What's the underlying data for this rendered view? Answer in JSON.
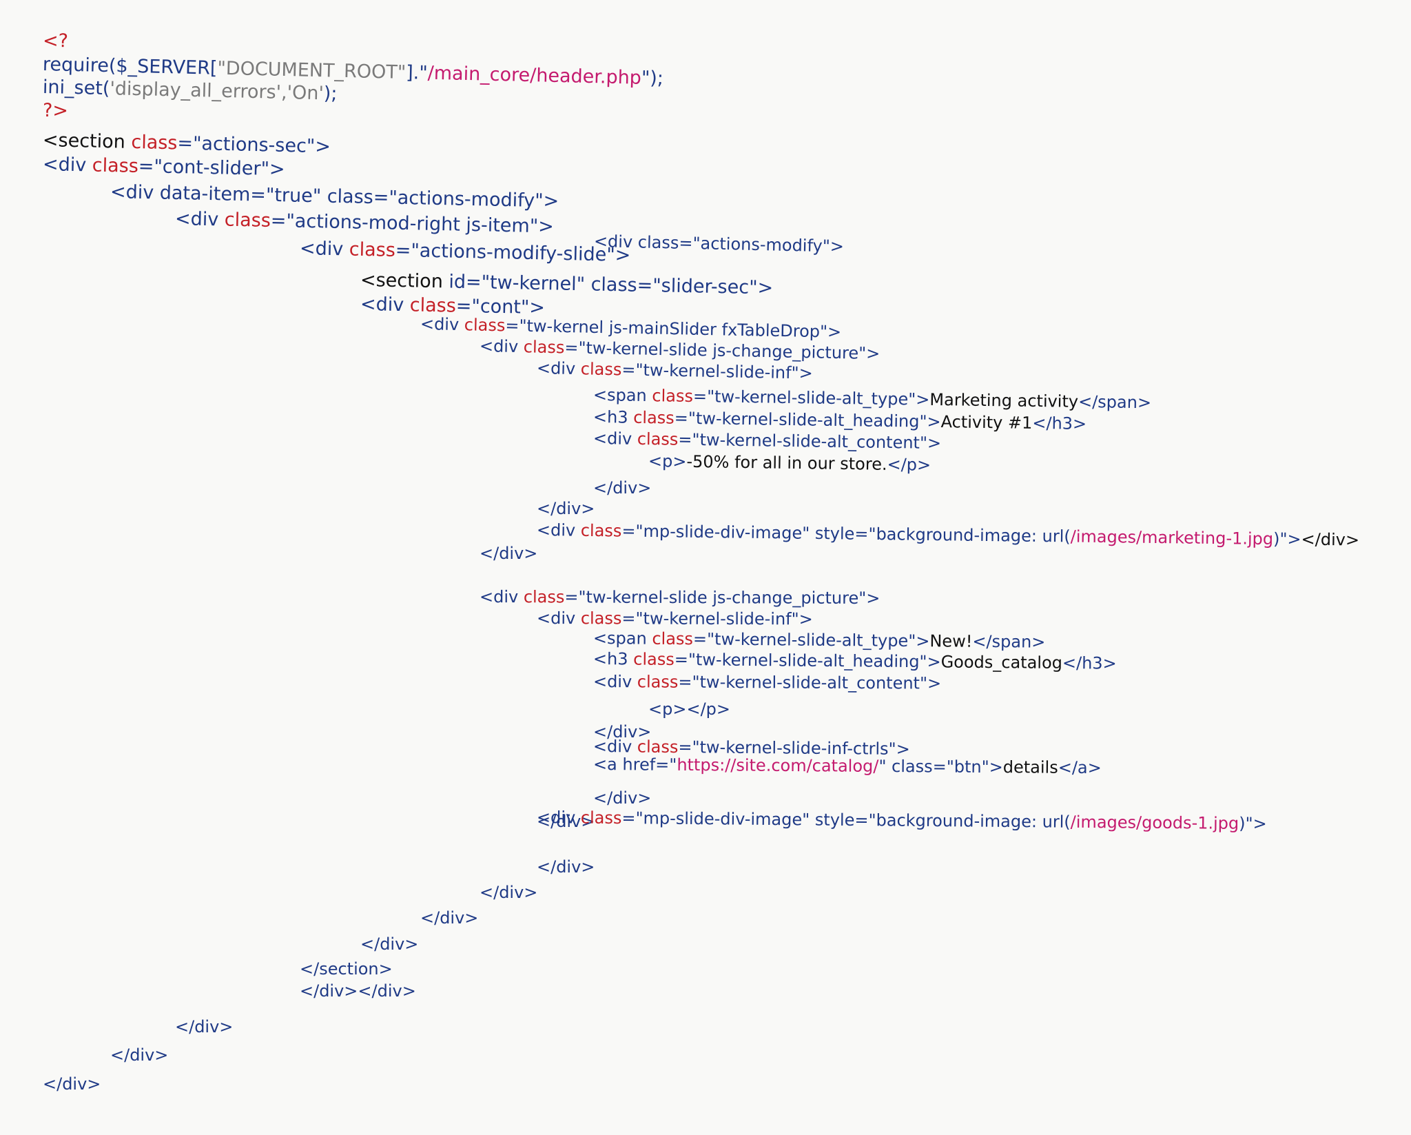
{
  "colors": {
    "background": "#f9f9f7",
    "tag_text": "#111111",
    "markup_blue": "#1f3a86",
    "keyword_red": "#c42027",
    "string_gray": "#7a7a7a",
    "path_magenta": "#c41a6e"
  },
  "code_lines": [
    {
      "seg": [
        {
          "t": "<?",
          "c": 2
        }
      ]
    },
    {
      "seg": [
        {
          "t": "require($_SERVER[",
          "c": 1
        },
        {
          "t": "\"DOCUMENT_ROOT\"",
          "c": 3
        },
        {
          "t": "].\"",
          "c": 1
        },
        {
          "t": "/main_core/header.php",
          "c": 4
        },
        {
          "t": "\");",
          "c": 1
        }
      ]
    },
    {
      "seg": [
        {
          "t": "ini_set(",
          "c": 1
        },
        {
          "t": "'display_all_errors','On'",
          "c": 3
        },
        {
          "t": ");",
          "c": 1
        }
      ]
    },
    {
      "seg": [
        {
          "t": "?>",
          "c": 2
        }
      ]
    },
    {
      "seg": [
        {
          "t": "<section ",
          "c": 0
        },
        {
          "t": "class",
          "c": 2
        },
        {
          "t": "=\"actions-sec\">",
          "c": 1
        }
      ]
    },
    {
      "seg": [
        {
          "t": "<div ",
          "c": 1
        },
        {
          "t": "class",
          "c": 2
        },
        {
          "t": "=\"cont-slider\">",
          "c": 1
        }
      ]
    },
    {
      "seg": [
        {
          "t": "<div ",
          "c": 1
        },
        {
          "t": "data-item=\"true\" class=\"actions-modify\">",
          "c": 1
        }
      ]
    },
    {
      "seg": [
        {
          "t": "<div ",
          "c": 1
        },
        {
          "t": "class",
          "c": 2
        },
        {
          "t": "=\"actions-mod-right js-item\">",
          "c": 1
        }
      ]
    },
    {
      "seg": [
        {
          "t": "<div class=\"actions-modify\">",
          "c": 1
        }
      ]
    },
    {
      "seg": [
        {
          "t": "<div ",
          "c": 1
        },
        {
          "t": "class",
          "c": 2
        },
        {
          "t": "=\"actions-modify-slide\">",
          "c": 1
        }
      ]
    },
    {
      "seg": [
        {
          "t": "<section ",
          "c": 0
        },
        {
          "t": "id=\"tw-kernel\" class=\"slider-sec\">",
          "c": 1
        }
      ]
    },
    {
      "seg": [
        {
          "t": "<div ",
          "c": 1
        },
        {
          "t": "class",
          "c": 2
        },
        {
          "t": "=\"cont\">",
          "c": 1
        }
      ]
    },
    {
      "seg": [
        {
          "t": "<div ",
          "c": 1
        },
        {
          "t": "class",
          "c": 2
        },
        {
          "t": "=\"tw-kernel js-mainSlider fxTableDrop\">",
          "c": 1
        }
      ]
    },
    {
      "seg": [
        {
          "t": "<div ",
          "c": 1
        },
        {
          "t": "class",
          "c": 2
        },
        {
          "t": "=\"tw-kernel-slide js-change_picture\">",
          "c": 1
        }
      ]
    },
    {
      "seg": [
        {
          "t": "<div ",
          "c": 1
        },
        {
          "t": "class",
          "c": 2
        },
        {
          "t": "=\"tw-kernel-slide-inf\">",
          "c": 1
        }
      ]
    },
    {
      "seg": [
        {
          "t": "<span ",
          "c": 1
        },
        {
          "t": "class",
          "c": 2
        },
        {
          "t": "=\"tw-kernel-slide-alt_type\">",
          "c": 1
        },
        {
          "t": "Marketing activity",
          "c": 0
        },
        {
          "t": "</span>",
          "c": 1
        }
      ]
    },
    {
      "seg": [
        {
          "t": "<h3 ",
          "c": 1
        },
        {
          "t": "class",
          "c": 2
        },
        {
          "t": "=\"tw-kernel-slide-alt_heading\">",
          "c": 1
        },
        {
          "t": "Activity #1",
          "c": 0
        },
        {
          "t": "</h3>",
          "c": 1
        }
      ]
    },
    {
      "seg": [
        {
          "t": "<div ",
          "c": 1
        },
        {
          "t": "class",
          "c": 2
        },
        {
          "t": "=\"tw-kernel-slide-alt_content\">",
          "c": 1
        }
      ]
    },
    {
      "seg": [
        {
          "t": "<p>",
          "c": 1
        },
        {
          "t": "-50% for all in our store.",
          "c": 0
        },
        {
          "t": "</p>",
          "c": 1
        }
      ]
    },
    {
      "seg": [
        {
          "t": "</div>",
          "c": 1
        }
      ]
    },
    {
      "seg": [
        {
          "t": "</div>",
          "c": 1
        }
      ]
    },
    {
      "seg": [
        {
          "t": "<div ",
          "c": 1
        },
        {
          "t": "class",
          "c": 2
        },
        {
          "t": "=\"mp-slide-div-image\" style=\"background-image: url(",
          "c": 1
        },
        {
          "t": "/images/marketing-1.jpg",
          "c": 4
        },
        {
          "t": ")\">",
          "c": 1
        },
        {
          "t": "</div>",
          "c": 0
        }
      ]
    },
    {
      "seg": [
        {
          "t": "</div>",
          "c": 1
        }
      ]
    },
    {
      "seg": [
        {
          "t": "<div ",
          "c": 1
        },
        {
          "t": "class",
          "c": 2
        },
        {
          "t": "=\"tw-kernel-slide js-change_picture\">",
          "c": 1
        }
      ]
    },
    {
      "seg": [
        {
          "t": "<div ",
          "c": 1
        },
        {
          "t": "class",
          "c": 2
        },
        {
          "t": "=\"tw-kernel-slide-inf\">",
          "c": 1
        }
      ]
    },
    {
      "seg": [
        {
          "t": "<span ",
          "c": 1
        },
        {
          "t": "class",
          "c": 2
        },
        {
          "t": "=\"tw-kernel-slide-alt_type\">",
          "c": 1
        },
        {
          "t": "New!",
          "c": 0
        },
        {
          "t": "</span>",
          "c": 1
        }
      ]
    },
    {
      "seg": [
        {
          "t": "<h3 ",
          "c": 1
        },
        {
          "t": "class",
          "c": 2
        },
        {
          "t": "=\"tw-kernel-slide-alt_heading\">",
          "c": 1
        },
        {
          "t": "Goods_catalog",
          "c": 0
        },
        {
          "t": "</h3>",
          "c": 1
        }
      ]
    },
    {
      "seg": [
        {
          "t": "<div ",
          "c": 1
        },
        {
          "t": "class",
          "c": 2
        },
        {
          "t": "=\"tw-kernel-slide-alt_content\">",
          "c": 1
        }
      ]
    },
    {
      "seg": [
        {
          "t": "<p></p>",
          "c": 1
        }
      ]
    },
    {
      "seg": [
        {
          "t": "</div>",
          "c": 1
        }
      ]
    },
    {
      "seg": [
        {
          "t": "<div ",
          "c": 1
        },
        {
          "t": "class",
          "c": 2
        },
        {
          "t": "=\"tw-kernel-slide-inf-ctrls\">",
          "c": 1
        }
      ]
    },
    {
      "seg": [
        {
          "t": "<a ",
          "c": 1
        },
        {
          "t": "href=\"",
          "c": 1
        },
        {
          "t": "https://site.com/catalog/",
          "c": 4
        },
        {
          "t": "\" class=\"btn\">",
          "c": 1
        },
        {
          "t": "details",
          "c": 0
        },
        {
          "t": "</a>",
          "c": 1
        }
      ]
    },
    {
      "seg": [
        {
          "t": "</div>",
          "c": 1
        }
      ]
    },
    {
      "seg": [
        {
          "t": "</div>",
          "c": 1
        }
      ]
    },
    {
      "seg": [
        {
          "t": "<div ",
          "c": 1
        },
        {
          "t": "class",
          "c": 2
        },
        {
          "t": "=\"mp-slide-div-image\" style=\"background-image: url(",
          "c": 1
        },
        {
          "t": "/images/goods-1.jpg",
          "c": 4
        },
        {
          "t": ")\">",
          "c": 1
        }
      ]
    },
    {
      "seg": [
        {
          "t": "</div>",
          "c": 1
        }
      ]
    },
    {
      "seg": [
        {
          "t": "</div>",
          "c": 1
        }
      ]
    },
    {
      "seg": [
        {
          "t": "</div>",
          "c": 1
        }
      ]
    },
    {
      "seg": [
        {
          "t": "</div>",
          "c": 1
        }
      ]
    },
    {
      "seg": [
        {
          "t": "</section>",
          "c": 1
        }
      ]
    },
    {
      "seg": [
        {
          "t": "</div></div>",
          "c": 1
        }
      ]
    },
    {
      "seg": [
        {
          "t": "</div>",
          "c": 1
        }
      ]
    },
    {
      "seg": [
        {
          "t": "</div>",
          "c": 1
        }
      ]
    },
    {
      "seg": [
        {
          "t": "</div>",
          "c": 1
        }
      ]
    }
  ]
}
